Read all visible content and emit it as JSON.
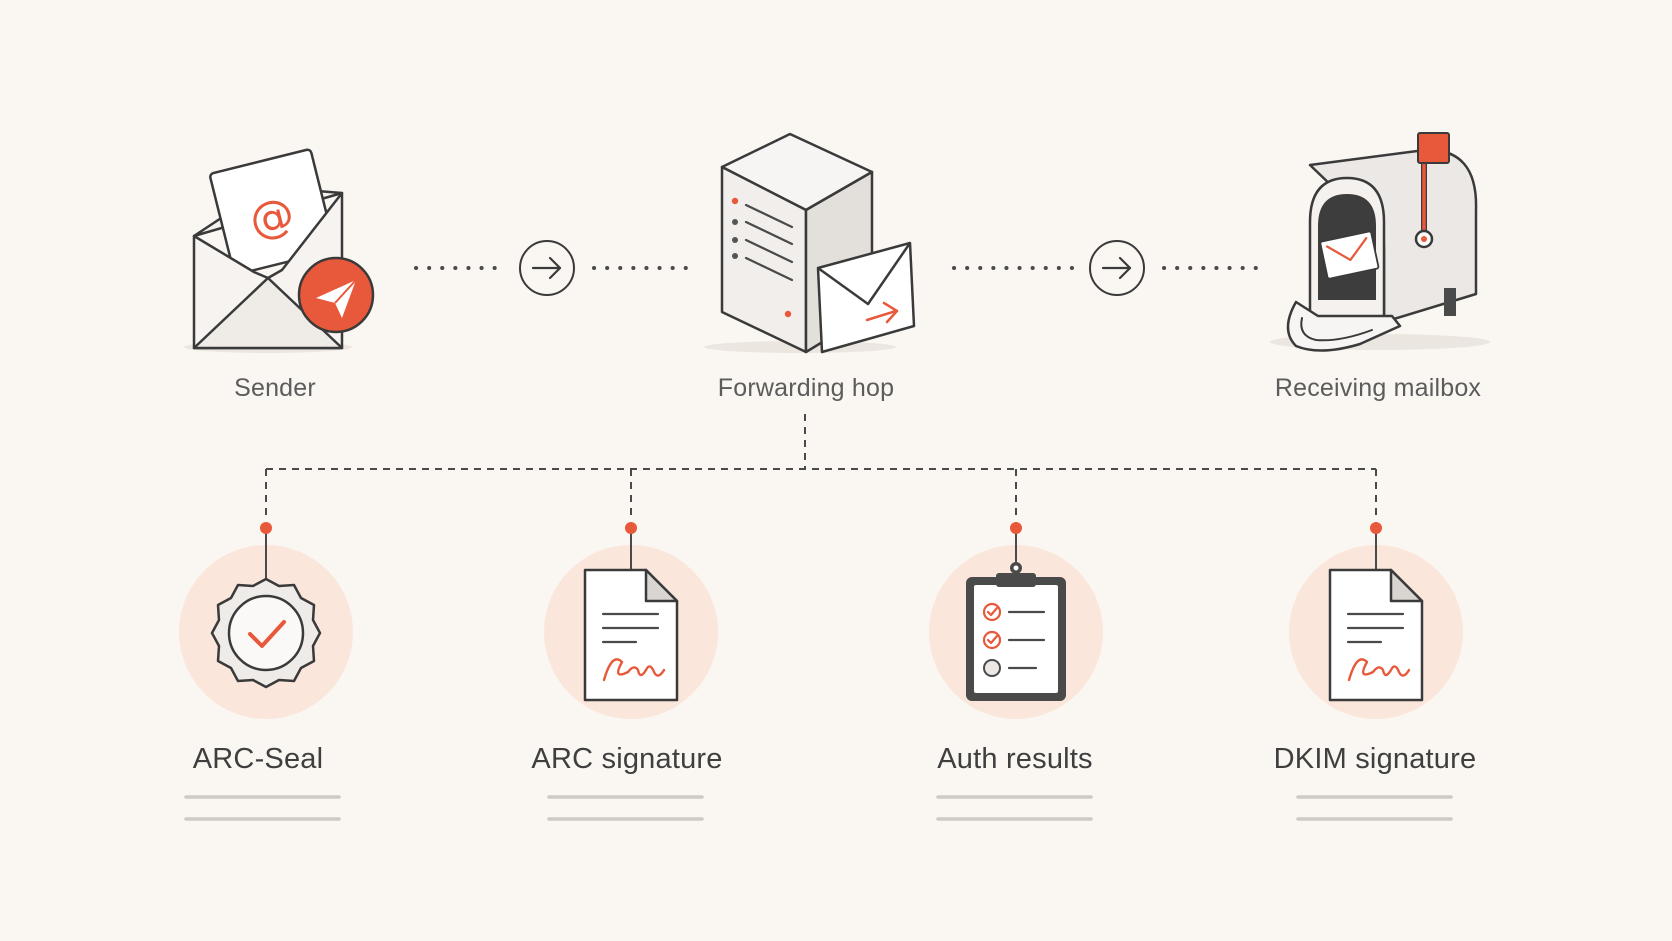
{
  "colors": {
    "background": "#faf6f2",
    "accent": "#e8583a",
    "accent_soft": "#fbe6dc",
    "stroke": "#3a3a3a",
    "line": "#4a4a4a",
    "underline": "#cfcac6"
  },
  "flow": {
    "nodes": [
      {
        "id": "sender",
        "label": "Sender",
        "icon": "open-envelope-send-icon"
      },
      {
        "id": "forwarding",
        "label": "Forwarding hop",
        "icon": "server-envelope-icon"
      },
      {
        "id": "receiving",
        "label": "Receiving mailbox",
        "icon": "mailbox-icon"
      }
    ],
    "connector_icon": "arrow-right-icon"
  },
  "headers": {
    "items": [
      {
        "id": "arc-seal",
        "label": "ARC-Seal",
        "icon": "seal-badge-check-icon"
      },
      {
        "id": "arc-signature",
        "label": "ARC signature",
        "icon": "signed-document-icon"
      },
      {
        "id": "auth-results",
        "label": "Auth results",
        "icon": "clipboard-checklist-icon"
      },
      {
        "id": "dkim-signature",
        "label": "DKIM signature",
        "icon": "signed-document-icon"
      }
    ]
  }
}
